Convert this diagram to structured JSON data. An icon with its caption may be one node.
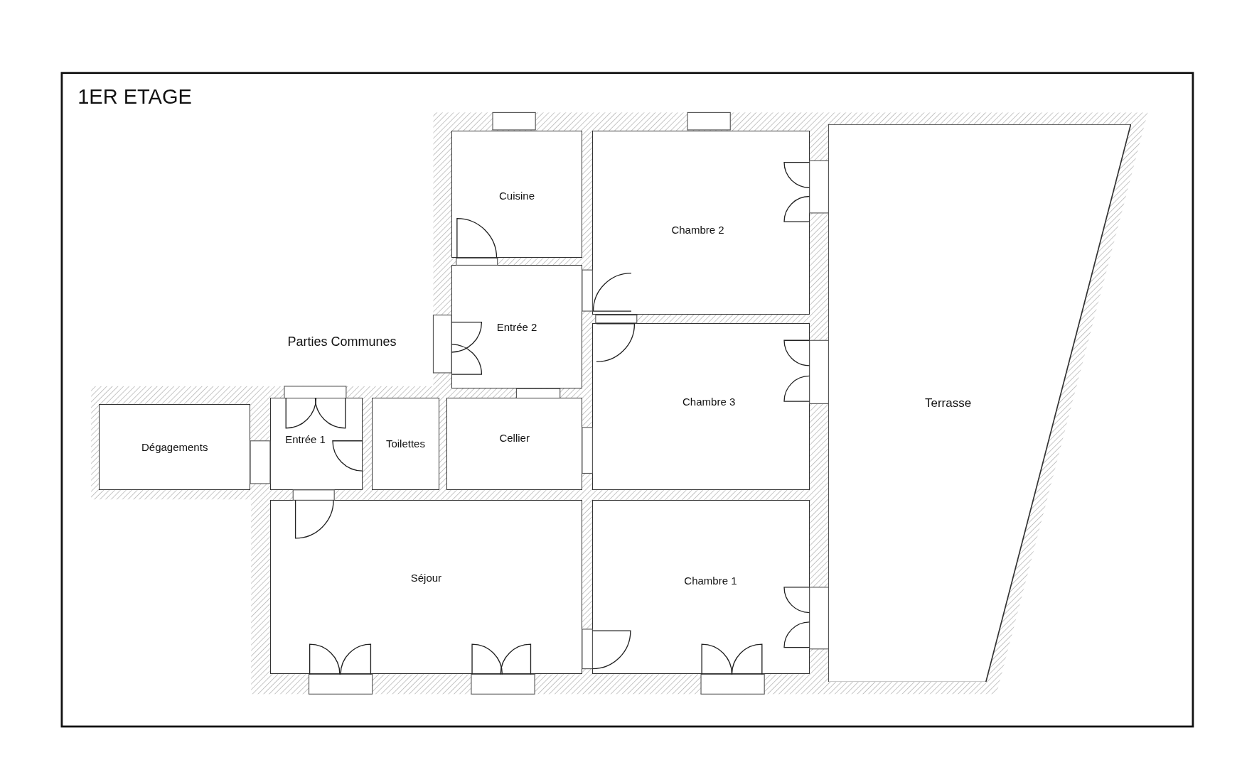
{
  "diagram": {
    "title": "1ER ETAGE",
    "nodes": [
      {
        "text": [
          "Cuisine"
        ]
      },
      {
        "text": [
          "Chambre 2"
        ]
      },
      {
        "text": [
          "Entrée 2"
        ]
      },
      {
        "text": [
          "Chambre 3"
        ]
      },
      {
        "text": [
          "Terrasse"
        ]
      },
      {
        "text": [
          "Dégagements"
        ]
      },
      {
        "text": [
          "Entrée 1"
        ]
      },
      {
        "text": [
          "Toilettes"
        ]
      },
      {
        "text": [
          "Cellier"
        ]
      },
      {
        "text": [
          "Séjour"
        ]
      },
      {
        "text": [
          "Chambre 1"
        ]
      }
    ],
    "labels": [
      "Parties Communes"
    ]
  }
}
